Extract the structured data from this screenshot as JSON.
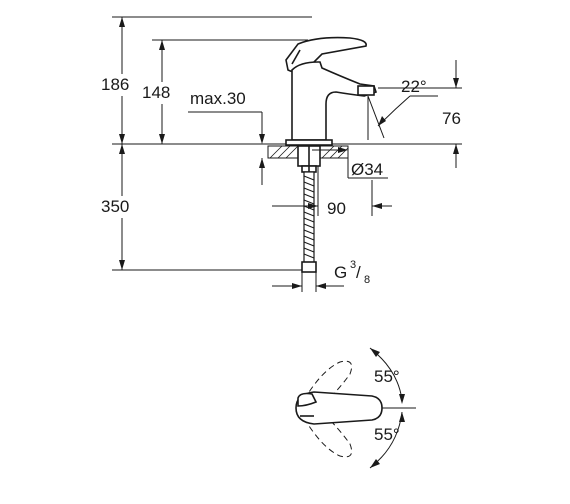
{
  "dimensions": {
    "total_height": "186",
    "spout_height": "148",
    "max_thickness": "max.30",
    "spout_angle": "22°",
    "spout_reach_height": "76",
    "hole_diameter": "Ø34",
    "below_deck_length": "350",
    "lateral_offset": "90",
    "thread_prefix": "G",
    "thread_num": "3",
    "thread_den": "8",
    "rotation_up": "55°",
    "rotation_down": "55°"
  }
}
